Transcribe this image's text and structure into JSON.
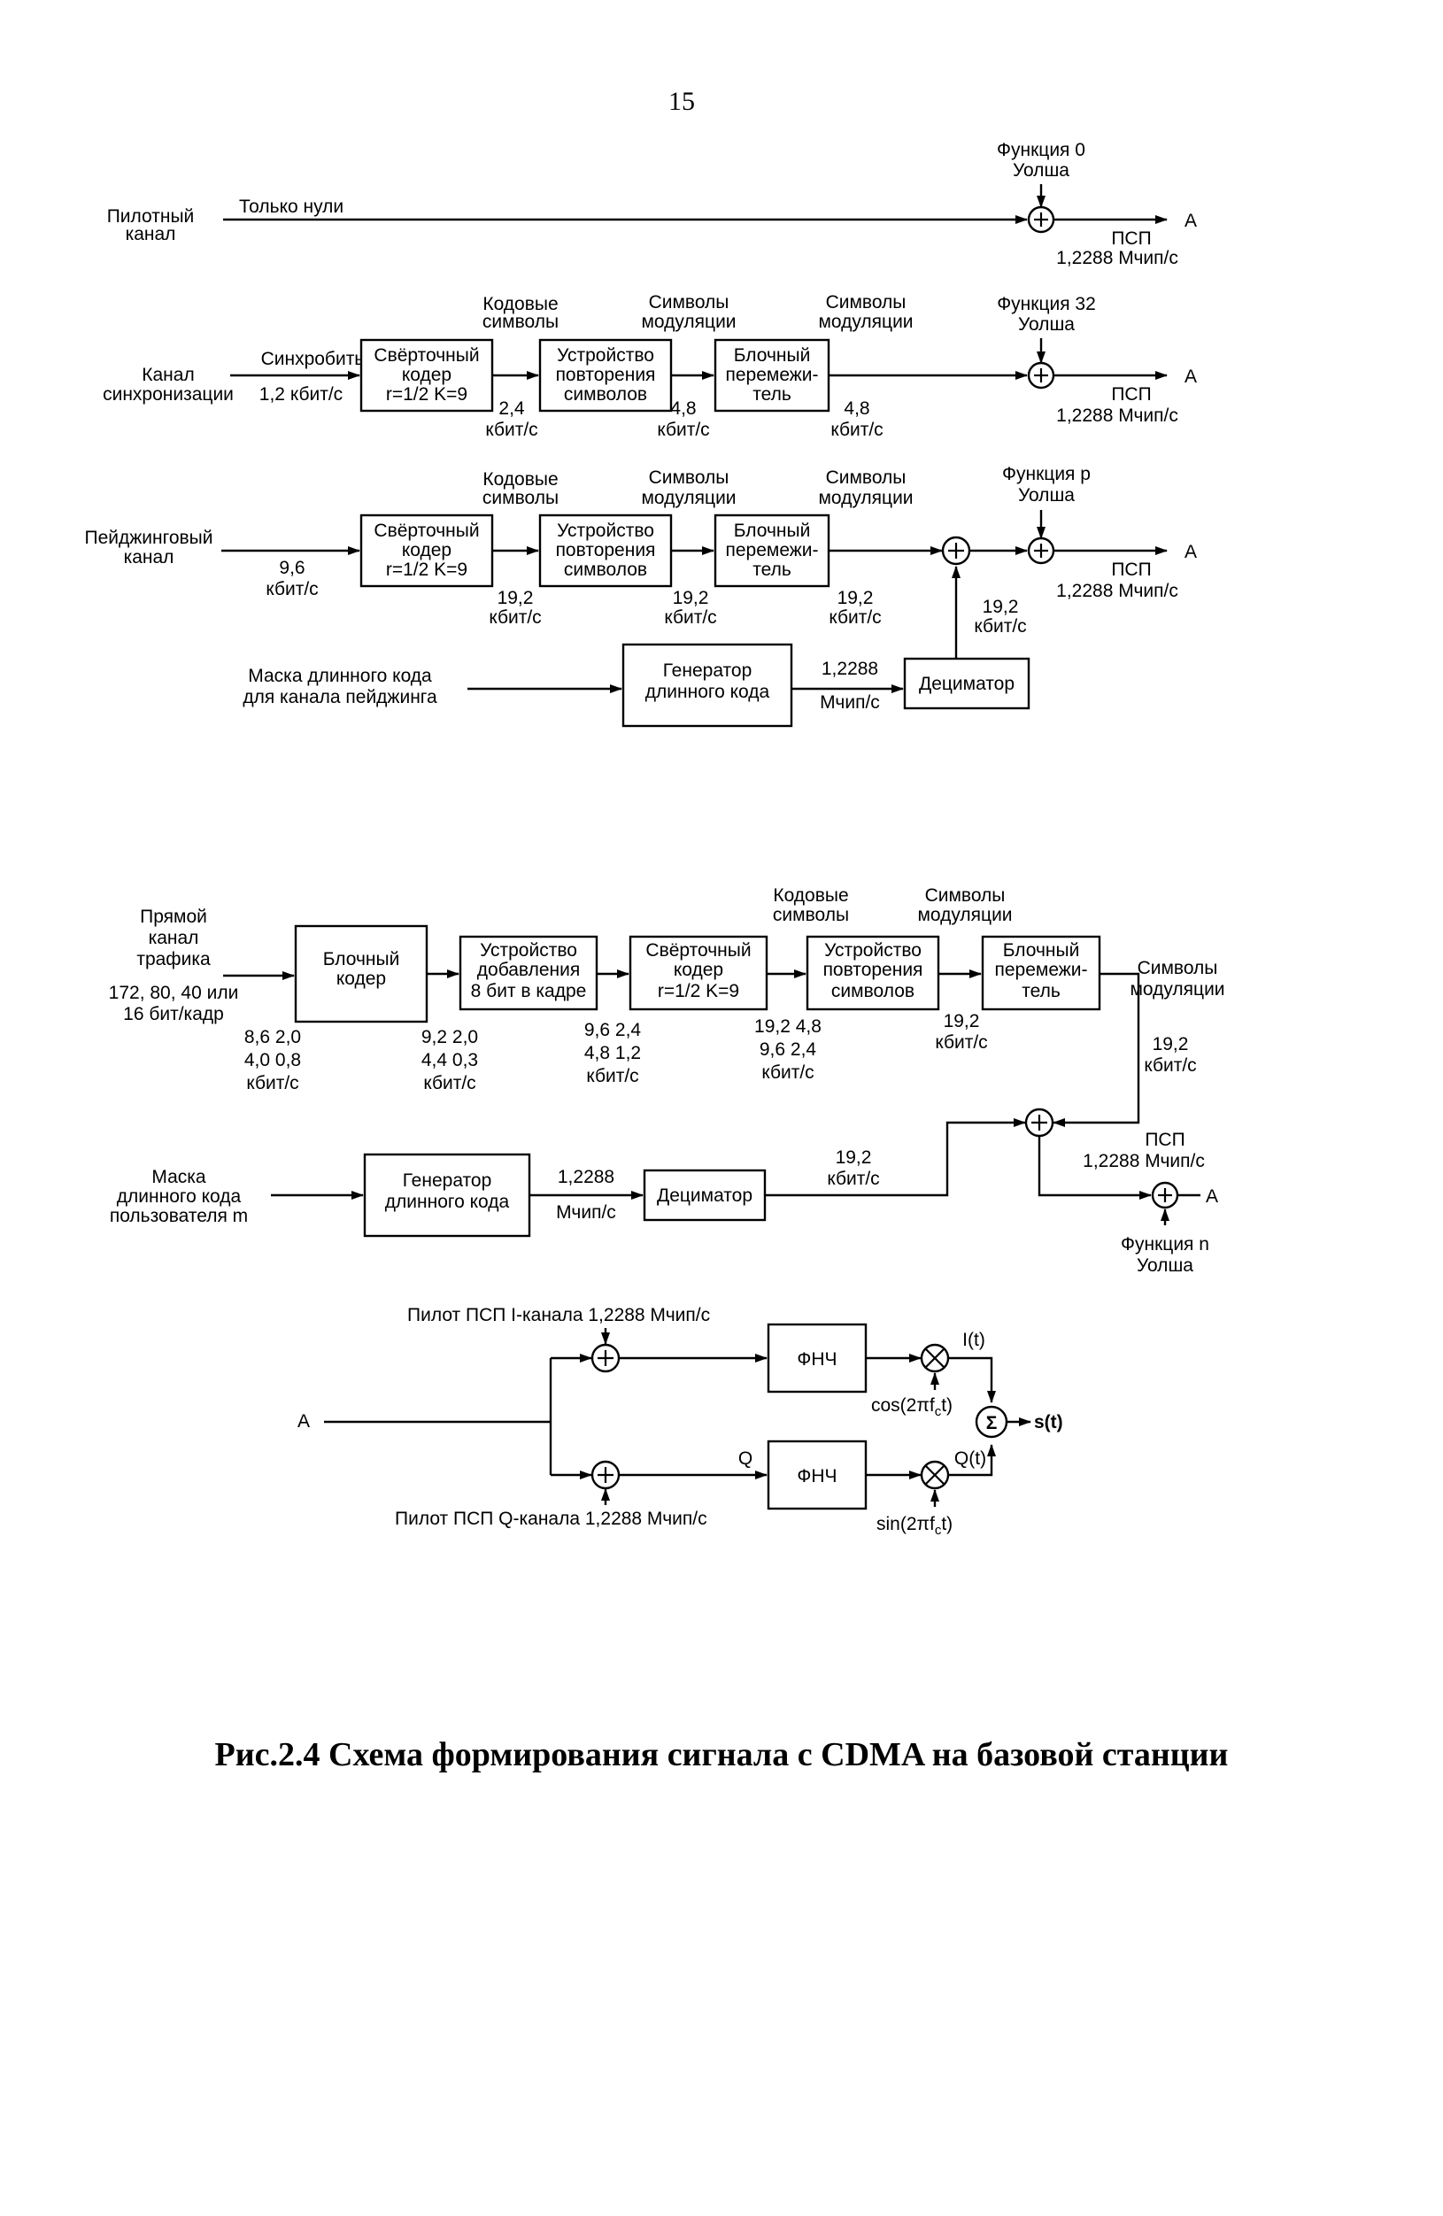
{
  "page_number": "15",
  "caption": "Рис.2.4 Схема формирования сигнала с CDMA на базовой станции",
  "pilot": {
    "channel": [
      "Пилотный",
      "канал"
    ],
    "input_label": "Только нули",
    "walsh": [
      "Функция 0",
      "Уолша"
    ],
    "psp": "ПСП",
    "rate": "1,2288 Мчип/с",
    "out": "A"
  },
  "sync": {
    "channel": [
      "Канал",
      "синхронизации"
    ],
    "input": [
      "Синхробиты",
      "1,2 кбит/с"
    ],
    "conv": [
      "Свёрточный",
      "кодер",
      "r=1/2 K=9"
    ],
    "rep": [
      "Устройство",
      "повторения",
      "символов"
    ],
    "inter": [
      "Блочный",
      "перемежи-",
      "тель"
    ],
    "code_symbols": [
      "Кодовые",
      "символы"
    ],
    "mod1": [
      "Символы",
      "модуляции"
    ],
    "mod2": [
      "Символы",
      "модуляции"
    ],
    "rate1": [
      "2,4",
      "кбит/с"
    ],
    "rate2": [
      "4,8",
      "кбит/с"
    ],
    "rate3": [
      "4,8",
      "кбит/с"
    ],
    "walsh": [
      "Функция 32",
      "Уолша"
    ],
    "psp": "ПСП",
    "rate": "1,2288 Мчип/с",
    "out": "A"
  },
  "paging": {
    "channel": [
      "Пейджинговый",
      "канал"
    ],
    "input_rate": [
      "9,6",
      "кбит/с"
    ],
    "conv": [
      "Свёрточный",
      "кодер",
      "r=1/2 K=9"
    ],
    "rep": [
      "Устройство",
      "повторения",
      "символов"
    ],
    "inter": [
      "Блочный",
      "перемежи-",
      "тель"
    ],
    "code_symbols": [
      "Кодовые",
      "символы"
    ],
    "mod1": [
      "Символы",
      "модуляции"
    ],
    "mod2": [
      "Символы",
      "модуляции"
    ],
    "rate1": [
      "19,2",
      "кбит/с"
    ],
    "rate2": [
      "19,2",
      "кбит/с"
    ],
    "rate3": [
      "19,2",
      "кбит/с"
    ],
    "dec_rate": [
      "19,2",
      "кбит/с"
    ],
    "mask": [
      "Маска длинного кода",
      "для канала пейджинга"
    ],
    "gen": [
      "Генератор",
      "длинного кода"
    ],
    "gen_rate": [
      "1,2288",
      "Мчип/с"
    ],
    "dec": "Дециматор",
    "walsh": [
      "Функция p",
      "Уолша"
    ],
    "psp": "ПСП",
    "rate": "1,2288 Мчип/с",
    "out": "A"
  },
  "traffic": {
    "channel": [
      "Прямой",
      "канал",
      "трафика",
      "172, 80, 40 или",
      "16 бит/кадр"
    ],
    "block_coder": [
      "Блочный",
      "кодер"
    ],
    "add": [
      "Устройство",
      "добавления",
      "8 бит в кадре"
    ],
    "conv": [
      "Свёрточный",
      "кодер",
      "r=1/2 K=9"
    ],
    "rep": [
      "Устройство",
      "повторения",
      "символов"
    ],
    "inter": [
      "Блочный",
      "перемежи-",
      "тель"
    ],
    "code_symbols": [
      "Кодовые",
      "символы"
    ],
    "mod_top": [
      "Символы",
      "модуляции"
    ],
    "mod_right": [
      "Символы",
      "модуляции"
    ],
    "rates_a": [
      "8,6  2,0",
      "4,0  0,8",
      "кбит/с"
    ],
    "rates_b": [
      "9,2  2,0",
      "4,4  0,3",
      "кбит/с"
    ],
    "rates_c": [
      "9,6  2,4",
      "4,8  1,2",
      "кбит/с"
    ],
    "rates_d": [
      "19,2  4,8",
      "9,6  2,4",
      "кбит/с"
    ],
    "rates_e": [
      "19,2",
      "кбит/с"
    ],
    "rates_f": [
      "19,2",
      "кбит/с"
    ],
    "mask": [
      "Маска",
      "длинного кода",
      "пользователя m"
    ],
    "gen": [
      "Генератор",
      "длинного кода"
    ],
    "gen_rate": [
      "1,2288",
      "Мчип/с"
    ],
    "dec": "Дециматор",
    "dec_rate": [
      "19,2",
      "кбит/с"
    ],
    "psp": "ПСП",
    "rate": "1,2288 Мчип/с",
    "walsh": [
      "Функция n",
      "Уолша"
    ],
    "out": "A"
  },
  "modulator": {
    "input": "A",
    "pilot_i": "Пилот ПСП I-канала 1,2288 Мчип/с",
    "pilot_q": "Пилот ПСП Q-канала 1,2288 Мчип/с",
    "q_label": "Q",
    "lpf": "ФНЧ",
    "i_t": "I(t)",
    "q_t": "Q(t)",
    "cos": "cos(2πf",
    "sin": "sin(2πf",
    "carrier_sub": "c",
    "carrier_t": "t)",
    "sigma": "Σ",
    "out": "s(t)"
  }
}
